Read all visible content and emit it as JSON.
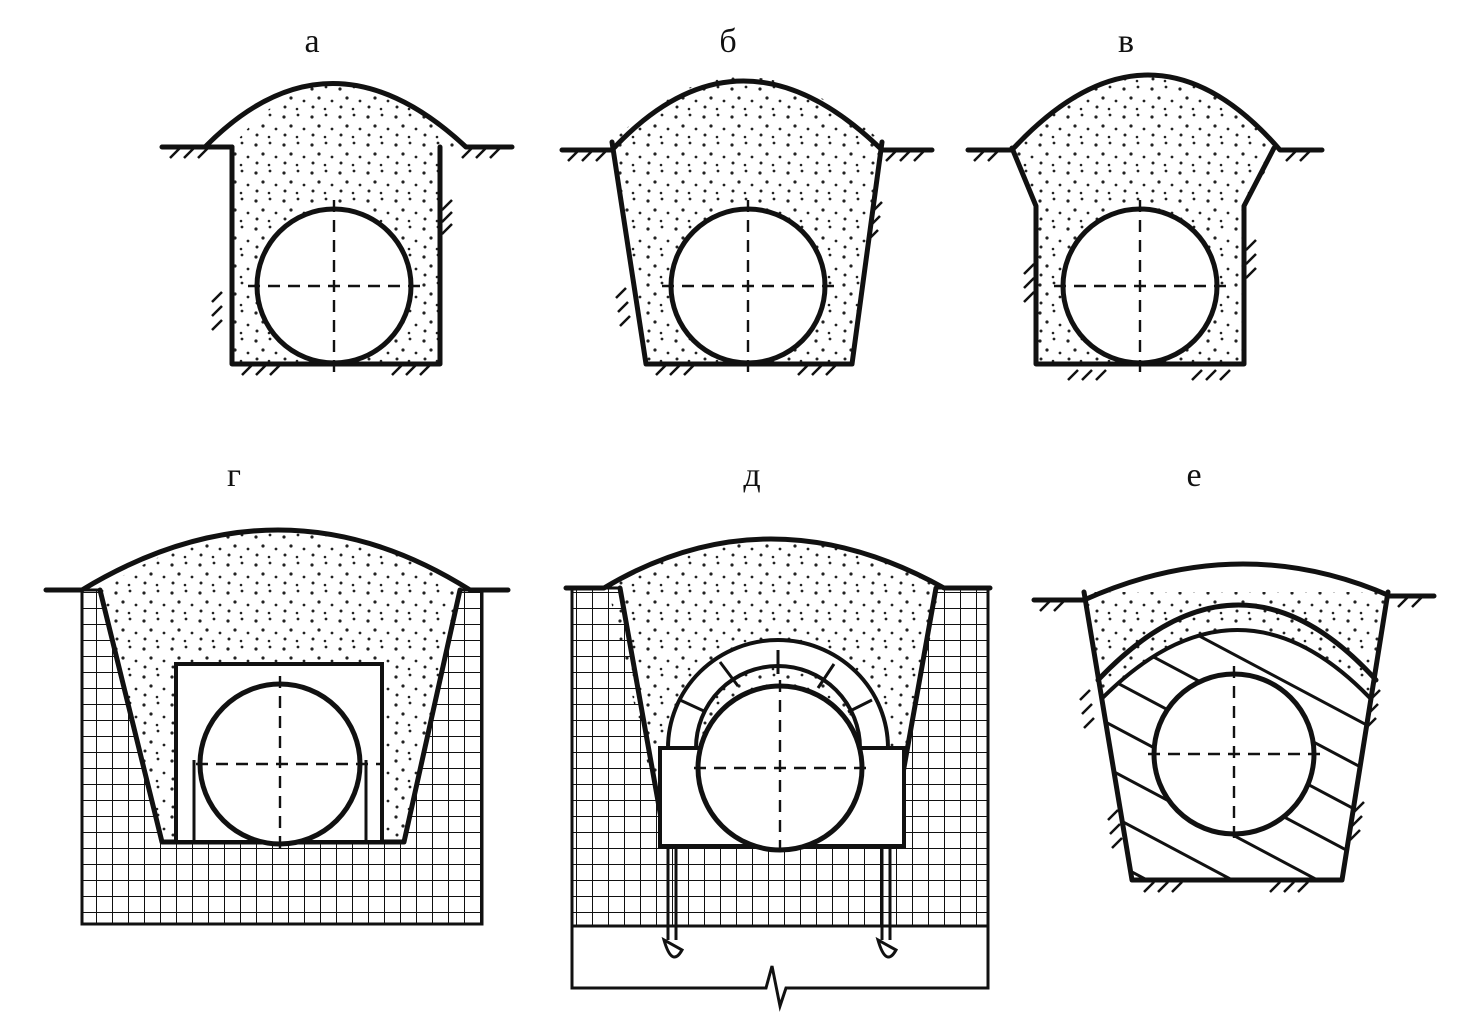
{
  "figure": {
    "panels": [
      {
        "id": "a",
        "label": "а",
        "backfill": "sand",
        "trench": "rectangular"
      },
      {
        "id": "b",
        "label": "б",
        "backfill": "sand",
        "trench": "trapezoidal"
      },
      {
        "id": "v",
        "label": "в",
        "backfill": "sand",
        "trench": "combined"
      },
      {
        "id": "g",
        "label": "г",
        "backfill": "sand",
        "trench": "trapezoidal-in-soil",
        "foundation": "block"
      },
      {
        "id": "d",
        "label": "д",
        "backfill": "sand",
        "trench": "trapezoidal-in-soil",
        "foundation": "arched-piles"
      },
      {
        "id": "e",
        "label": "е",
        "backfill": "hatched-soil",
        "trench": "trapezoidal"
      }
    ],
    "colors": {
      "line": "#111111",
      "background": "#ffffff",
      "dots": "#222222"
    }
  }
}
